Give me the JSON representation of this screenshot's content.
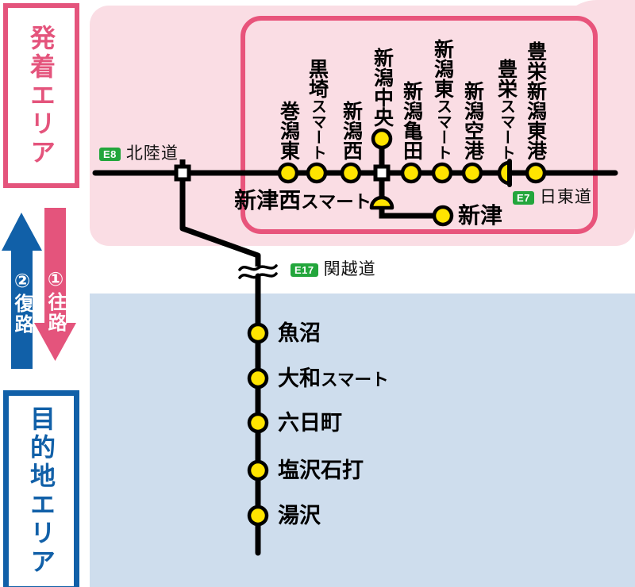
{
  "colors": {
    "pink_accent": "#e4547c",
    "pink_panel": "#fadde4",
    "route_box_border": "#e8547b",
    "blue_accent": "#1160a8",
    "blue_panel": "#cedded",
    "station_yellow": "#ffe400",
    "road_badge_green": "#23a63c",
    "line_black": "#000000"
  },
  "legend": {
    "departure_area": "発着エリア",
    "destination_area": "目的地エリア",
    "outbound": "①往路",
    "return": "②復路"
  },
  "roads": {
    "hokuriku": {
      "badge": "E8",
      "name": "北陸道"
    },
    "nitto": {
      "badge": "E7",
      "name": "日東道"
    },
    "kanetsu": {
      "badge": "E17",
      "name": "関越道"
    }
  },
  "top_line_stations": [
    {
      "name": "巻潟東",
      "suffix": ""
    },
    {
      "name": "黒埼",
      "suffix": "スマート"
    },
    {
      "name": "新潟西",
      "suffix": ""
    },
    {
      "name": "新潟中央",
      "suffix": ""
    },
    {
      "name": "新潟亀田",
      "suffix": ""
    },
    {
      "name": "新潟東",
      "suffix": "スマート"
    },
    {
      "name": "新潟空港",
      "suffix": ""
    },
    {
      "name": "豊栄",
      "suffix": "スマート"
    },
    {
      "name": "豊栄新潟東港",
      "suffix": ""
    }
  ],
  "branch_stations": {
    "nitsu_nishi": {
      "name": "新津西",
      "suffix": "スマート"
    },
    "nitsu": {
      "name": "新津",
      "suffix": ""
    }
  },
  "kanetsu_stations": [
    {
      "name": "魚沼",
      "suffix": ""
    },
    {
      "name": "大和",
      "suffix": "スマート"
    },
    {
      "name": "六日町",
      "suffix": ""
    },
    {
      "name": "塩沢石打",
      "suffix": ""
    },
    {
      "name": "湯沢",
      "suffix": ""
    }
  ]
}
